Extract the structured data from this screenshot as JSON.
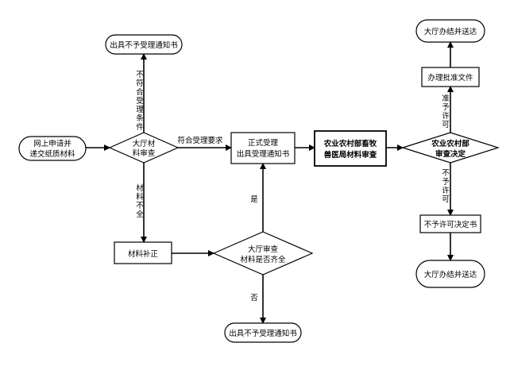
{
  "diagram": {
    "nodes": {
      "start": {
        "lines": [
          "网上申请并",
          "递交纸质材料"
        ]
      },
      "hall_review": {
        "lines": [
          "大厅材",
          "料审查"
        ]
      },
      "reject_top": {
        "lines": [
          "出具不予受理通知书"
        ]
      },
      "supplement": {
        "lines": [
          "材料补正"
        ]
      },
      "completeness": {
        "lines": [
          "大厅审查",
          "材料是否齐全"
        ]
      },
      "reject_bottom": {
        "lines": [
          "出具不予受理通知书"
        ]
      },
      "formal_accept": {
        "lines": [
          "正式受理",
          "出具受理通知书"
        ]
      },
      "ministry_review": {
        "lines": [
          "农业农村部畜牧",
          "兽医局材料审查"
        ]
      },
      "ministry_decision": {
        "lines": [
          "农业农村部",
          "审查决定"
        ]
      },
      "approve_docs": {
        "lines": [
          "办理批准文件"
        ]
      },
      "finish_top": {
        "lines": [
          "大厅办结并送达"
        ]
      },
      "deny_docs": {
        "lines": [
          "不予许可决定书"
        ]
      },
      "finish_bottom": {
        "lines": [
          "大厅办结并送达"
        ]
      }
    },
    "edge_labels": {
      "not_meet": [
        "不",
        "符",
        "合",
        "受",
        "理",
        "条",
        "件"
      ],
      "meet": [
        "符合受理要求"
      ],
      "incomplete": [
        "材",
        "料",
        "不",
        "全"
      ],
      "yes": [
        "是"
      ],
      "no": [
        "否"
      ],
      "approve": [
        "准",
        "予",
        "许",
        "可"
      ],
      "deny": [
        "不",
        "予",
        "许",
        "可"
      ]
    }
  }
}
